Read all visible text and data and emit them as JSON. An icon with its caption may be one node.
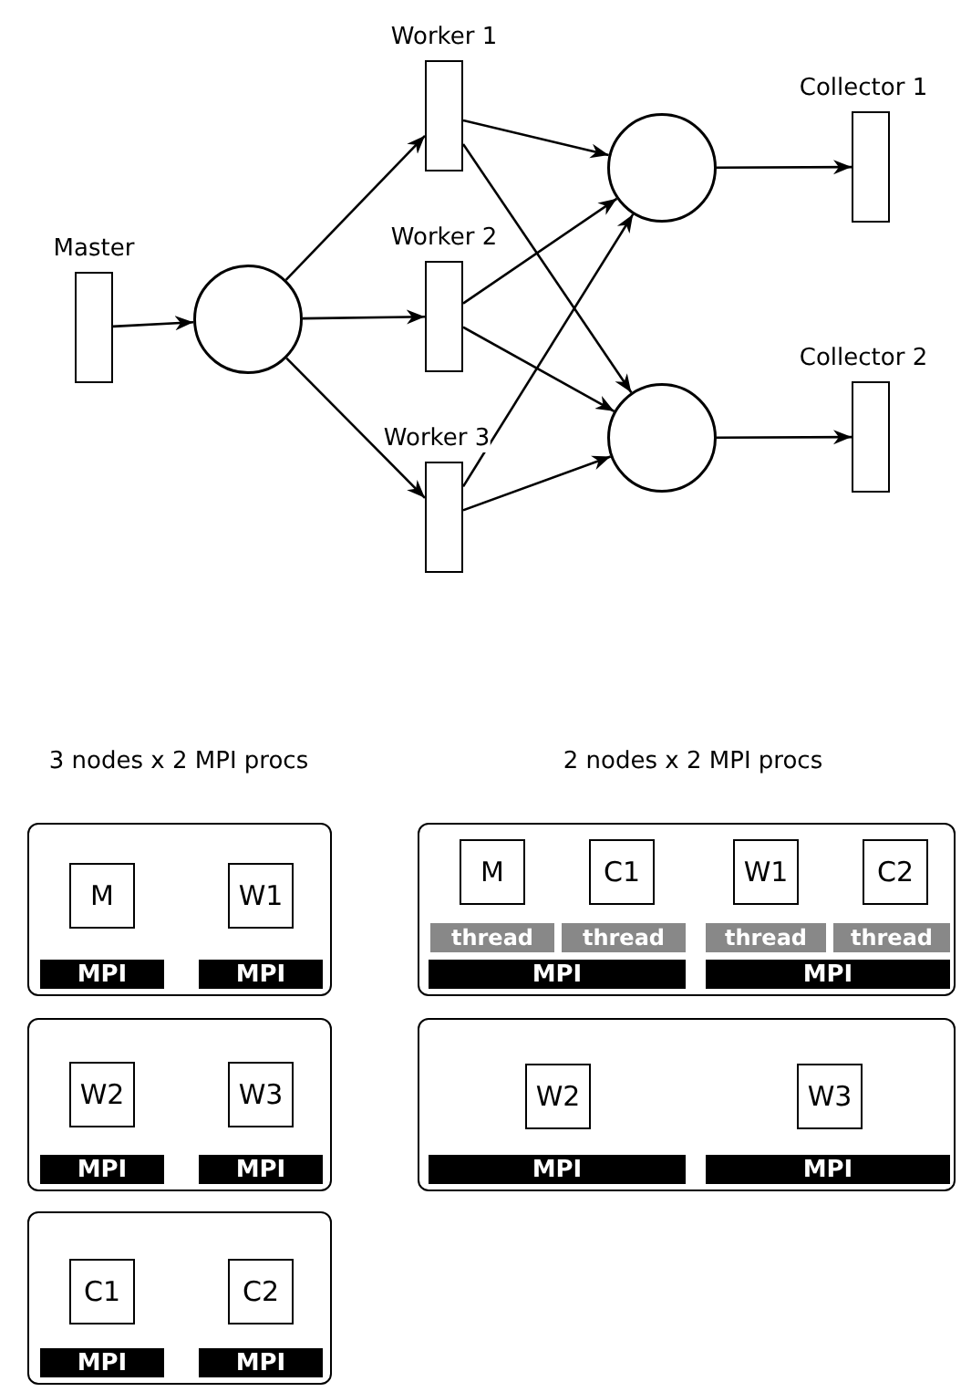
{
  "diagram": {
    "nodes": [
      {
        "text": [
          "Master"
        ]
      },
      {
        "text": [],
        "shape": "circle"
      },
      {
        "text": [
          "Worker 1"
        ]
      },
      {
        "text": [
          "Worker 2"
        ]
      },
      {
        "text": [
          "Worker 3"
        ]
      },
      {
        "text": [],
        "shape": "circle"
      },
      {
        "text": [],
        "shape": "circle"
      },
      {
        "text": [
          "Collector 1"
        ]
      },
      {
        "text": [
          "Collector 2"
        ]
      },
      {
        "text": [],
        "shape": "box"
      },
      {
        "text": [
          "M"
        ],
        "in": 9
      },
      {
        "text": [
          "W1"
        ],
        "in": 9
      },
      {
        "text": [
          "MPI"
        ],
        "in": 9
      },
      {
        "text": [
          "MPI"
        ],
        "in": 9
      },
      {
        "text": [],
        "shape": "box"
      },
      {
        "text": [
          "M"
        ],
        "in": 14
      },
      {
        "text": [
          "C1"
        ],
        "in": 14
      },
      {
        "text": [
          "W1"
        ],
        "in": 14
      },
      {
        "text": [
          "C2"
        ],
        "in": 14
      },
      {
        "text": [
          "thread"
        ],
        "in": 14
      },
      {
        "text": [
          "thread"
        ],
        "in": 14
      },
      {
        "text": [
          "thread"
        ],
        "in": 14
      },
      {
        "text": [
          "thread"
        ],
        "in": 14
      },
      {
        "text": [
          "MPI"
        ],
        "in": 14
      },
      {
        "text": [
          "MPI"
        ],
        "in": 14
      },
      {
        "text": [],
        "shape": "box"
      },
      {
        "text": [
          "W2"
        ],
        "in": 25
      },
      {
        "text": [
          "W3"
        ],
        "in": 25
      },
      {
        "text": [
          "MPI"
        ],
        "in": 25
      },
      {
        "text": [
          "MPI"
        ],
        "in": 25
      },
      {
        "text": [],
        "shape": "box"
      },
      {
        "text": [
          "W2"
        ],
        "in": 30
      },
      {
        "text": [
          "W3"
        ],
        "in": 30
      },
      {
        "text": [
          "MPI"
        ],
        "in": 30
      },
      {
        "text": [
          "MPI"
        ],
        "in": 30
      },
      {
        "text": [],
        "shape": "box"
      },
      {
        "text": [
          "C1"
        ],
        "in": 35
      },
      {
        "text": [
          "C2"
        ],
        "in": 35
      },
      {
        "text": [
          "MPI"
        ],
        "in": 35
      },
      {
        "text": [
          "MPI"
        ],
        "in": 35
      }
    ],
    "edges": [
      {
        "from": 0,
        "to": 1,
        "arrow": "to"
      },
      {
        "from": 1,
        "to": 2,
        "arrow": "to"
      },
      {
        "from": 1,
        "to": 3,
        "arrow": "to"
      },
      {
        "from": 1,
        "to": 4,
        "arrow": "to"
      },
      {
        "from": 2,
        "to": 5,
        "arrow": "to"
      },
      {
        "from": 2,
        "to": 6,
        "arrow": "to"
      },
      {
        "from": 3,
        "to": 5,
        "arrow": "to"
      },
      {
        "from": 3,
        "to": 6,
        "arrow": "to"
      },
      {
        "from": 4,
        "to": 5,
        "arrow": "to"
      },
      {
        "from": 4,
        "to": 6,
        "arrow": "to"
      },
      {
        "from": 5,
        "to": 7,
        "arrow": "to"
      },
      {
        "from": 6,
        "to": 8,
        "arrow": "to"
      }
    ],
    "labels": [
      "3 nodes x 2 MPI procs",
      "2 nodes x 2 MPI procs"
    ]
  }
}
